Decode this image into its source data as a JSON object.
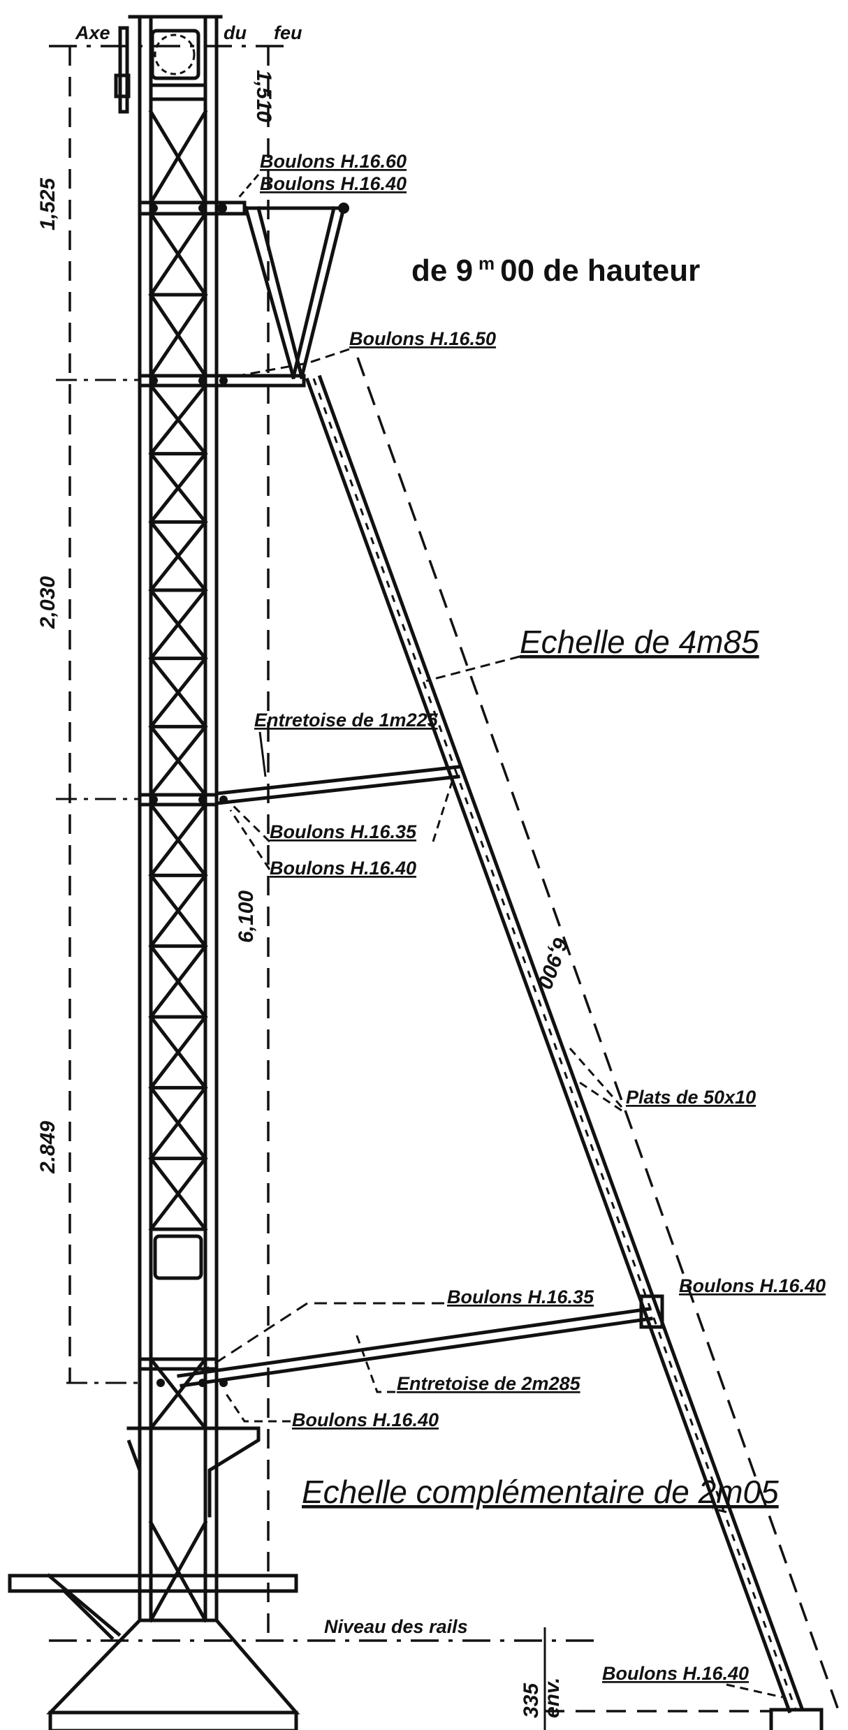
{
  "title": {
    "prefix": "de 9",
    "unit": "m",
    "suffix": "00 de hauteur"
  },
  "axis_label": {
    "axe": "Axe",
    "du": "du",
    "feu": "feu"
  },
  "dimensions": {
    "d1525": "1,525",
    "d2030": "2,030",
    "d2849": "2.849",
    "d1510": "1,510",
    "d6100": "6,100",
    "d6900": "6,900",
    "d335": "335",
    "env": "env."
  },
  "labels": {
    "boulons_top_60": "Boulons H.16.60",
    "boulons_top_40": "Boulons H.16.40",
    "boulons_50": "Boulons H.16.50",
    "echelle_main": "Echelle de 4m85",
    "entretoise_1": "Entretoise de 1m225",
    "boulons_mid_35": "Boulons H.16.35",
    "boulons_mid_40": "Boulons H.16.40",
    "plats": "Plats de 50x10",
    "boulons_low_35": "Boulons H.16.35",
    "boulons_low_right_40": "Boulons H.16.40",
    "entretoise_2": "Entretoise de 2m285",
    "boulons_low_left_40": "Boulons H.16.40",
    "echelle_comp": "Echelle complémentaire de 2m05",
    "niveau": "Niveau des rails",
    "boulons_foot_40": "Boulons H.16.40"
  }
}
